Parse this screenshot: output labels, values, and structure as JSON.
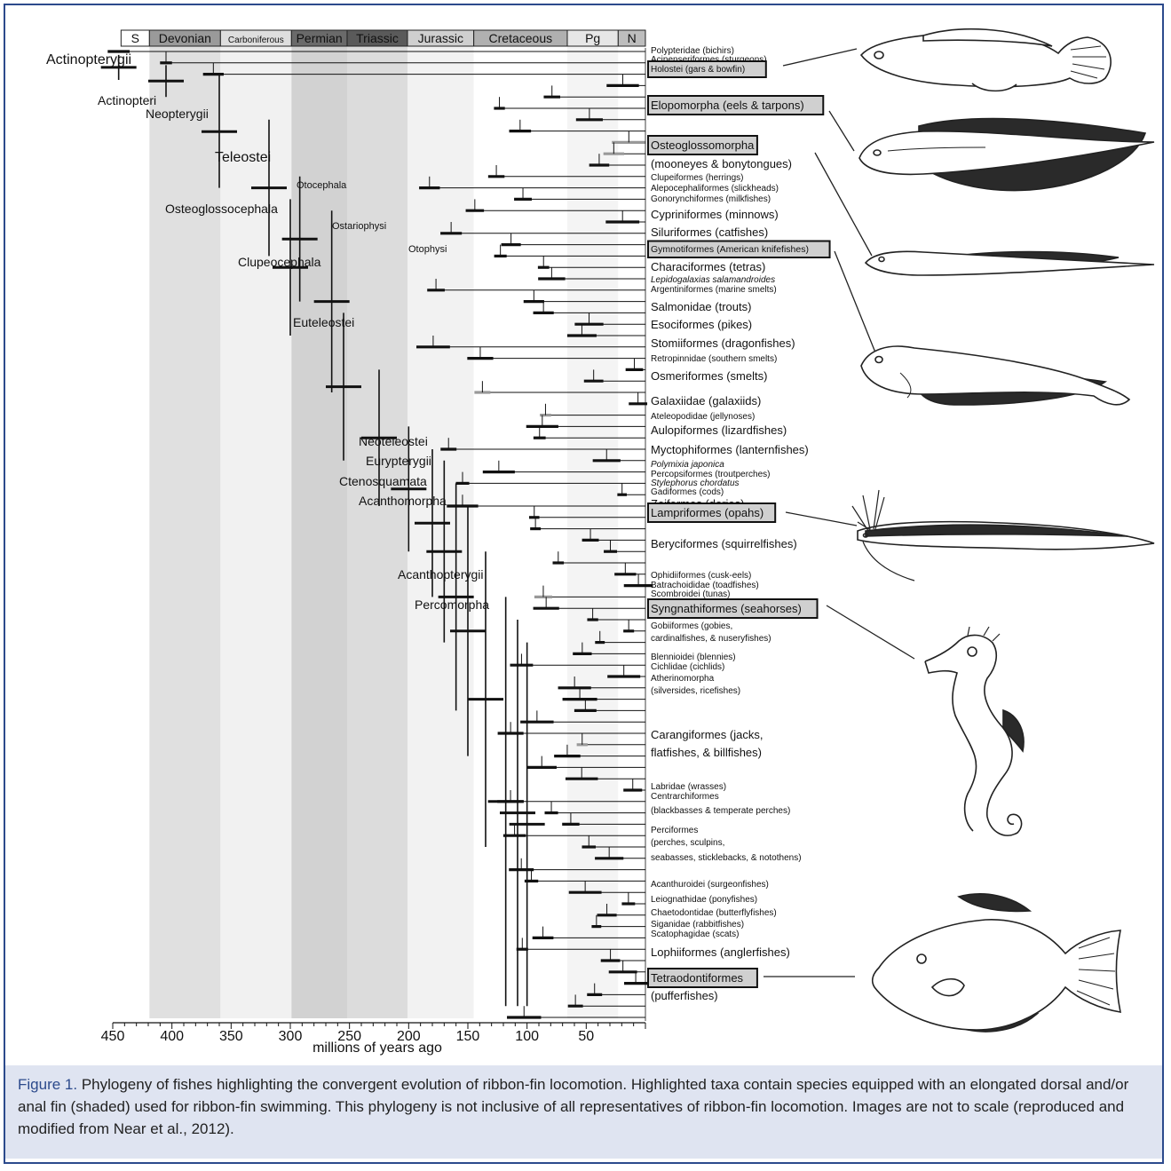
{
  "periods": [
    {
      "label": "S",
      "start": 443,
      "end": 419,
      "fill": "#ffffff"
    },
    {
      "label": "Devonian",
      "start": 419,
      "end": 359,
      "fill": "#9a9a9a"
    },
    {
      "label": "Carboniferous",
      "start": 359,
      "end": 299,
      "fill": "#dedede"
    },
    {
      "label": "Permian",
      "start": 299,
      "end": 252,
      "fill": "#6a6a6a"
    },
    {
      "label": "Triassic",
      "start": 252,
      "end": 201,
      "fill": "#5a5a5a"
    },
    {
      "label": "Jurassic",
      "start": 201,
      "end": 145,
      "fill": "#cfcfcf"
    },
    {
      "label": "Cretaceous",
      "start": 145,
      "end": 66,
      "fill": "#b0b0b0"
    },
    {
      "label": "Pg",
      "start": 66,
      "end": 23,
      "fill": "#e6e6e6"
    },
    {
      "label": "N",
      "start": 23,
      "end": 0,
      "fill": "#bdbdbd"
    }
  ],
  "axis": {
    "ticks": [
      450,
      400,
      350,
      300,
      250,
      200,
      150,
      100,
      50
    ],
    "label": "millions of years ago"
  },
  "clades": [
    {
      "text": "Actinopterygii",
      "age": 560,
      "row": 1.5,
      "size": 16
    },
    {
      "text": "Actinopteri",
      "age": 505,
      "row": 5,
      "size": 14
    },
    {
      "text": "Neopterygii",
      "age": 440,
      "row": 7,
      "size": 14
    },
    {
      "text": "Teleostei",
      "age": 380,
      "row": 12,
      "size": 16
    },
    {
      "text": "Otocephala",
      "age": 298,
      "row": 15.5,
      "size": 11
    },
    {
      "text": "Osteoglossocephala",
      "age": 488,
      "row": 18,
      "size": 14
    },
    {
      "text": "Ostariophysi",
      "age": 276,
      "row": 20,
      "size": 11
    },
    {
      "text": "Otophysi",
      "age": 205,
      "row": 22,
      "size": 11
    },
    {
      "text": "Clupeocephala",
      "age": 405,
      "row": 24,
      "size": 14
    },
    {
      "text": "Euteleostei",
      "age": 318,
      "row": 31,
      "size": 14
    },
    {
      "text": "Neoteleostei",
      "age": 256,
      "row": 43,
      "size": 14
    },
    {
      "text": "Eurypterygii",
      "age": 254,
      "row": 45,
      "size": 14
    },
    {
      "text": "Ctenosquamata",
      "age": 276,
      "row": 47.3,
      "size": 14
    },
    {
      "text": "Acanthomorpha",
      "age": 276,
      "row": 49.6,
      "size": 14
    },
    {
      "text": "Acanthopterygii",
      "age": 232,
      "row": 56,
      "size": 14
    },
    {
      "text": "Percomorpha",
      "age": 200,
      "row": 59.6,
      "size": 14
    }
  ],
  "taxa": [
    {
      "text": "Polypteridae (bichirs)",
      "row": 0.3,
      "size": 10
    },
    {
      "text": "Acipenseriformes (sturgeons)",
      "row": 1.2,
      "size": 10
    },
    {
      "text": "Holostei (gars & bowfin)",
      "row": 2.1,
      "size": 10,
      "boxed": true
    },
    {
      "text": "Elopomorpha (eels & tarpons)",
      "row": 6.3,
      "size": 13,
      "boxed": true
    },
    {
      "text": "Osteoglossomorpha",
      "row": 10.4,
      "size": 13,
      "boxed": true
    },
    {
      "text": "(mooneyes & bonytongues)",
      "row": 11.9,
      "size": 13
    },
    {
      "text": "Clupeiformes (herrings)",
      "row": 13.3,
      "size": 10
    },
    {
      "text": "Alepocephaliformes (slickheads)",
      "row": 14.2,
      "size": 10
    },
    {
      "text": "Gonorynchiformes (milkfishes)",
      "row": 15.1,
      "size": 10
    },
    {
      "text": "Cypriniformes (minnows)",
      "row": 16.6,
      "size": 13
    },
    {
      "text": "Siluriformes (catfishes)",
      "row": 18.3,
      "size": 13
    },
    {
      "text": "Gymnotiformes (American knifefishes)",
      "row": 19.6,
      "size": 10.5,
      "boxed": true
    },
    {
      "text": "Characiformes (tetras)",
      "row": 21.4,
      "size": 13
    },
    {
      "text": "Lepidogalaxias salamandroides",
      "row": 22.6,
      "size": 10,
      "italic": true
    },
    {
      "text": "Argentiniformes (marine smelts)",
      "row": 23.5,
      "size": 10
    },
    {
      "text": "Salmonidae (trouts)",
      "row": 25.0,
      "size": 13
    },
    {
      "text": "Esociformes (pikes)",
      "row": 26.7,
      "size": 13
    },
    {
      "text": "Stomiiformes (dragonfishes)",
      "row": 28.6,
      "size": 13
    },
    {
      "text": "Retropinnidae (southern smelts)",
      "row": 29.9,
      "size": 10
    },
    {
      "text": "Osmeriformes (smelts)",
      "row": 31.3,
      "size": 13
    },
    {
      "text": "Galaxiidae (galaxiids)",
      "row": 33.4,
      "size": 13
    },
    {
      "text": "Ateleopodidae (jellynoses)",
      "row": 34.7,
      "size": 10
    },
    {
      "text": "Aulopiformes (lizardfishes)",
      "row": 36.0,
      "size": 13
    },
    {
      "text": "Myctophiformes (lanternfishes)",
      "row": 37.7,
      "size": 13
    },
    {
      "text": "Polymixia japonica",
      "row": 38.9,
      "size": 10,
      "italic": true
    },
    {
      "text": "Percopsiformes (troutperches)",
      "row": 39.7,
      "size": 10
    },
    {
      "text": "Stylephorus chordatus",
      "row": 40.6,
      "size": 10,
      "italic": true
    },
    {
      "text": "Gadiformes (cods)",
      "row": 41.4,
      "size": 10
    },
    {
      "text": "Zeiformes (dories)",
      "row": 42.4,
      "size": 13
    },
    {
      "text": "Lampriformes (opahs)",
      "row": 43.6,
      "size": 13,
      "boxed": true
    },
    {
      "text": "Beryciformes (squirrelfishes)",
      "row": 45.9,
      "size": 13
    },
    {
      "text": "Ophidiiformes (cusk-eels)",
      "row": 48.5,
      "size": 10
    },
    {
      "text": "Batrachoididae (toadfishes)",
      "row": 49.4,
      "size": 10
    },
    {
      "text": "Scombroidei (tunas)",
      "row": 50.3,
      "size": 10
    },
    {
      "text": "Syngnathiformes (seahorses)",
      "row": 51.6,
      "size": 13,
      "boxed": true
    },
    {
      "text": "Gobiiformes (gobies,",
      "row": 53.3,
      "size": 10
    },
    {
      "text": "cardinalfishes, & nuseryfishes)",
      "row": 54.4,
      "size": 10
    },
    {
      "text": "Blennioidei (blennies)",
      "row": 56.1,
      "size": 10
    },
    {
      "text": "Cichlidae (cichlids)",
      "row": 57.0,
      "size": 10
    },
    {
      "text": "Atherinomorpha",
      "row": 57.9,
      "size": 10
    },
    {
      "text": "(silversides, ricefishes)",
      "row": 59.0,
      "size": 10
    },
    {
      "text": "Carangiformes (jacks,",
      "row": 62.6,
      "size": 13
    },
    {
      "text": "flatfishes, & billfishes)",
      "row": 64.1,
      "size": 13
    },
    {
      "text": "Labridae (wrasses)",
      "row": 66.6,
      "size": 10
    },
    {
      "text": "Centrarchiformes",
      "row": 67.4,
      "size": 10
    },
    {
      "text": "(blackbasses & temperate perches)",
      "row": 68.4,
      "size": 10
    },
    {
      "text": "Perciformes",
      "row": 70.2,
      "size": 10
    },
    {
      "text": "(perches, sculpins,",
      "row": 71.3,
      "size": 10
    },
    {
      "text": "seabasses, sticklebacks, & notothens)",
      "row": 72.4,
      "size": 10
    },
    {
      "text": "Acanthuroidei (surgeonfishes)",
      "row": 74.9,
      "size": 10
    },
    {
      "text": "Leiognathidae (ponyfishes)",
      "row": 76.3,
      "size": 10
    },
    {
      "text": "Chaetodontidae (butterflyfishes)",
      "row": 77.4,
      "size": 10
    },
    {
      "text": "Siganidae (rabbitfishes)",
      "row": 78.4,
      "size": 10
    },
    {
      "text": "Scatophagidae (scats)",
      "row": 79.2,
      "size": 10
    },
    {
      "text": "Lophiiformes (anglerfishes)",
      "row": 80.8,
      "size": 13
    },
    {
      "text": "Tetraodontiformes",
      "row": 82.6,
      "size": 13,
      "boxed": true
    },
    {
      "text": "(pufferfishes)",
      "row": 84.1,
      "size": 13
    }
  ],
  "caption": {
    "label": "Figure 1.",
    "text": "Phylogeny of fishes highlighting the convergent evolution of ribbon-fin locomotion. Highlighted taxa contain species equipped with an elongated dorsal and/or anal fin (shaded) used for ribbon-fin swimming. This phylogeny is not inclusive of all representatives of ribbon-fin locomotion. Images are not to scale (reproduced and modified from Near et al., 2012)."
  }
}
